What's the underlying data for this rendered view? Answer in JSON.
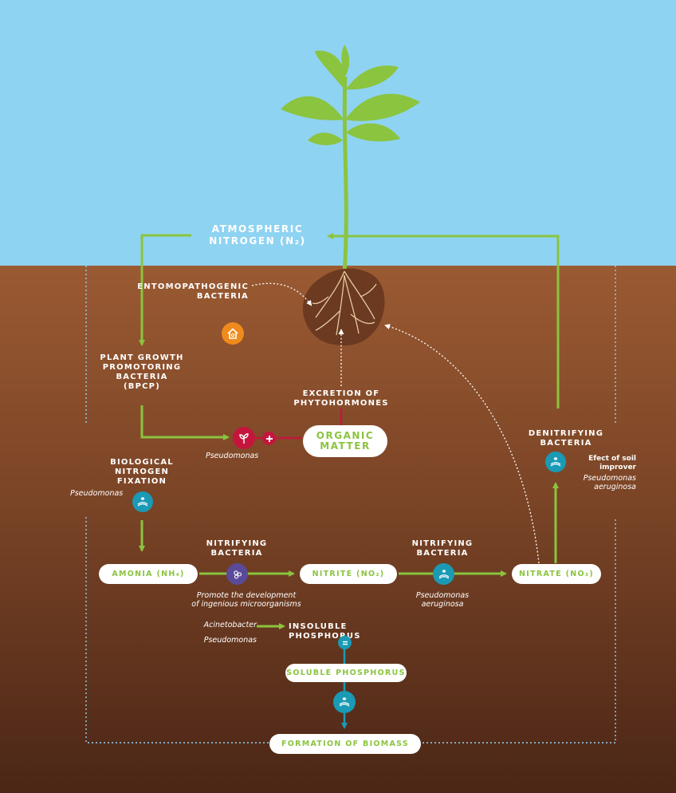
{
  "colors": {
    "sky": "#8fd3f2",
    "soil_top": "#9a5a32",
    "soil_bottom": "#4b2616",
    "green": "#8bc43f",
    "red": "#c4163d",
    "teal": "#1a9ab5",
    "orange": "#f08a1c",
    "purple": "#5a4a9a",
    "dotted": "#8fd3f2"
  },
  "labels": {
    "atmospheric_nitrogen": [
      "ATMOSPHERIC",
      "NITROGEN (N₂)"
    ],
    "entomopathogenic": [
      "ENTOMOPATHOGENIC",
      "BACTERIA"
    ],
    "pgpb": [
      "PLANT GROWTH",
      "PROMOTORING",
      "BACTERIA",
      "(BPCP)"
    ],
    "excretion": [
      "EXCRETION OF",
      "PHYTOHORMONES"
    ],
    "organic_matter": [
      "ORGANIC",
      "MATTER"
    ],
    "pseudomonas_mid": "Pseudomonas",
    "bnf": [
      "BIOLOGICAL",
      "NITROGEN",
      "FIXATION"
    ],
    "pseudomonas_left": "Pseudomonas",
    "denitrifying": [
      "DENITRIFYING",
      "BACTERIA"
    ],
    "soil_improver": [
      "Efect of soil",
      "improver"
    ],
    "pseudomonas_aeruginosa_right": [
      "Pseudomonas",
      "aeruginosa"
    ],
    "amonia": "AMONIA (NH₄)",
    "nitrifying_1": [
      "NITRIFYING",
      "BACTERIA"
    ],
    "promote": [
      "Promote the development",
      "of ingenious microorganisms"
    ],
    "nitrite": "NITRITE (NO₂)",
    "nitrifying_2": [
      "NITRIFYING",
      "BACTERIA"
    ],
    "pseudomonas_aeruginosa_mid": [
      "Pseudomonas",
      "aeruginosa"
    ],
    "nitrate": "NITRATE (NO₃)",
    "acinetobacter": "Acinetobacter",
    "pseudomonas_bottom": "Pseudomonas",
    "insoluble_phosphorus": "INSOLUBLE PHOSPHORUS",
    "soluble_phosphorus": "SOLUBLE PHOSPHORUS",
    "biomass": "FORMATION OF BIOMASS"
  },
  "icons": {
    "home": "house-icon",
    "plant": "sprout-icon",
    "plus": "plus-icon",
    "bacteria": "bacteria-icon",
    "microbes": "microorganism-icon",
    "equals": "equals-icon"
  }
}
